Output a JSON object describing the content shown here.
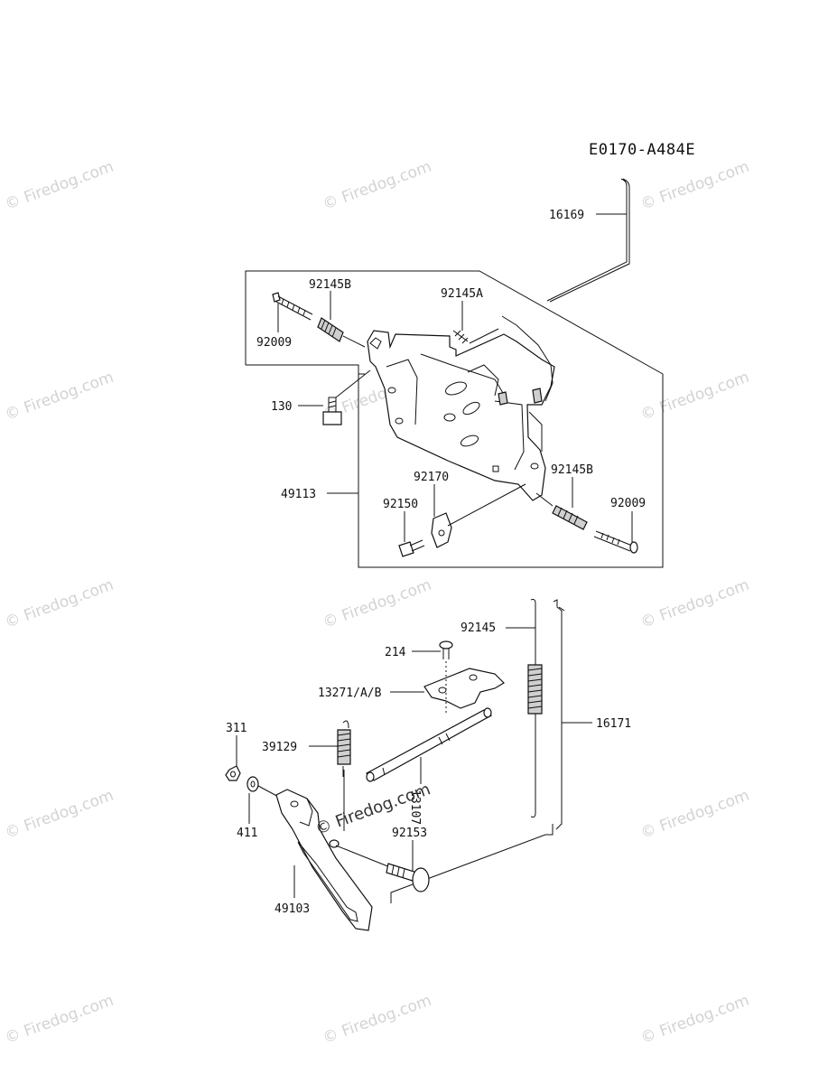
{
  "diagram_code": "E0170-A484E",
  "watermark_text": "© Firedog.com",
  "center_watermark": "© Firedog.com",
  "labels": {
    "p16169": "16169",
    "p92145B_top": "92145B",
    "p92145A": "92145A",
    "p92009_left": "92009",
    "p130": "130",
    "p49113": "49113",
    "p92170": "92170",
    "p92150": "92150",
    "p92145B_right": "92145B",
    "p92009_right": "92009",
    "p92145": "92145",
    "p214": "214",
    "p13271": "13271/A/B",
    "p16171": "16171",
    "p311": "311",
    "p39129": "39129",
    "p13107": "13107",
    "p411": "411",
    "p92153": "92153",
    "p49103": "49103"
  }
}
